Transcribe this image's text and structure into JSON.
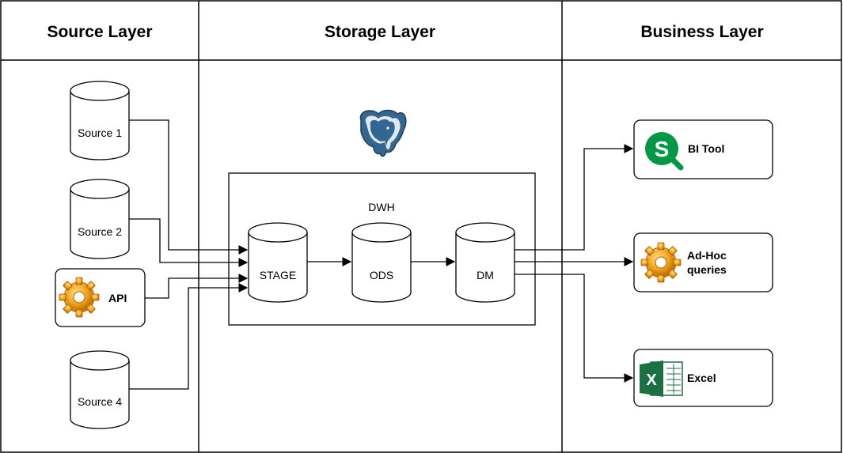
{
  "headers": {
    "source": "Source Layer",
    "storage": "Storage Layer",
    "business": "Business Layer"
  },
  "sources": {
    "source1": "Source 1",
    "source2": "Source 2",
    "api": "API",
    "source4": "Source 4"
  },
  "dwh": {
    "label": "DWH",
    "stage": "STAGE",
    "ods": "ODS",
    "dm": "DM"
  },
  "business": {
    "bi_tool": "BI Tool",
    "adhoc_line1": "Ad-Hoc",
    "adhoc_line2": "queries",
    "excel": "Excel"
  },
  "icons": {
    "db": "postgresql-elephant-icon",
    "bi": "qlik-sense-icon",
    "api": "gear-icon",
    "adhoc": "gear-icon",
    "excel": "excel-icon"
  },
  "colors": {
    "postgres_blue": "#336791",
    "qlik_green": "#009845",
    "gear_orange": "#f2a31b",
    "excel_green": "#1d7044"
  }
}
